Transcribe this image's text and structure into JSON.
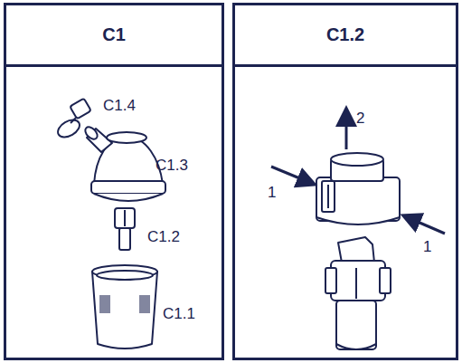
{
  "diagram": {
    "nodes": [
      {
        "text": [
          "C1"
        ]
      },
      {
        "text": [
          "C1.2"
        ]
      }
    ],
    "labels": [
      "C1.4",
      "C1.3",
      "C1.2",
      "C1.1",
      "1",
      "2",
      "1"
    ]
  }
}
